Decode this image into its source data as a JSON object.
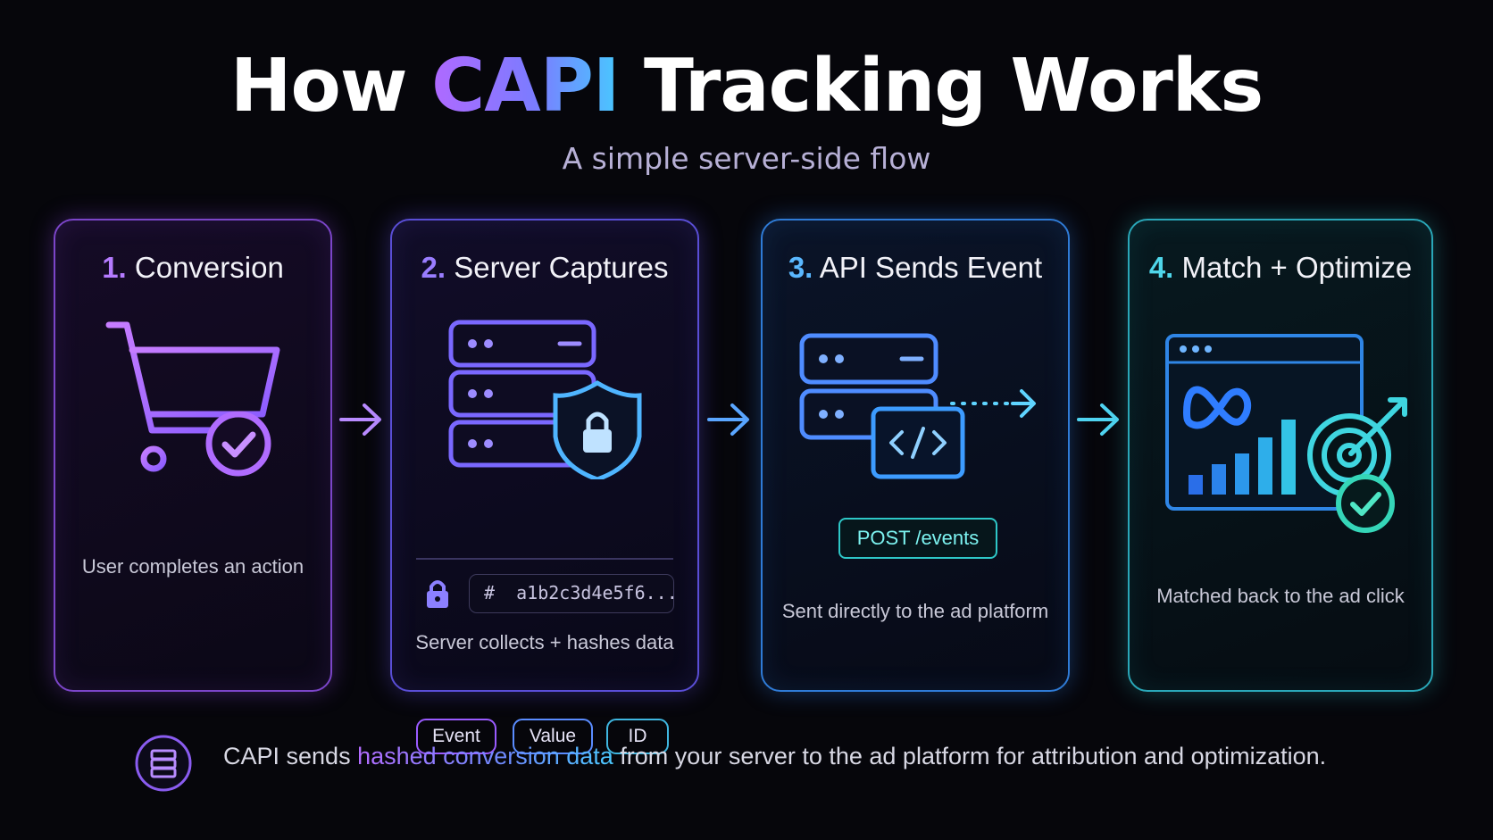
{
  "header": {
    "title_pre": "How",
    "title_accent": "CAPI",
    "title_post": "Tracking Works",
    "subtitle": "A simple server-side flow"
  },
  "steps": [
    {
      "num": "1.",
      "title": "Conversion",
      "caption": "User completes an action",
      "icons": [
        "cart-icon",
        "check-circle-icon"
      ]
    },
    {
      "num": "2.",
      "title": "Server Captures",
      "caption": "Server collects + hashes data",
      "tags": [
        "Event",
        "Value",
        "ID"
      ],
      "hash_prefix": "#",
      "hash_value": "a1b2c3d4e5f6...",
      "icons": [
        "server-stack-icon",
        "shield-lock-icon",
        "lock-icon"
      ]
    },
    {
      "num": "3.",
      "title": "API Sends Event",
      "caption": "Sent directly to the ad platform",
      "endpoint": "POST /events",
      "icons": [
        "server-icon",
        "code-icon",
        "dotted-arrow-icon"
      ]
    },
    {
      "num": "4.",
      "title": "Match + Optimize",
      "caption": "Matched back to the ad click",
      "icons": [
        "dashboard-window-icon",
        "meta-logo-icon",
        "bar-chart-icon",
        "target-icon",
        "check-circle-icon"
      ]
    }
  ],
  "footer": {
    "pre": "CAPI sends ",
    "highlight": "hashed conversion data",
    "post": " from your server to the ad platform for attribution and optimization.",
    "icon": "database-icon"
  },
  "colors": {
    "purple": "#b57bff",
    "indigo": "#7b7cff",
    "blue": "#4aa8ff",
    "cyan": "#3fd6e6",
    "background": "#06060b"
  }
}
